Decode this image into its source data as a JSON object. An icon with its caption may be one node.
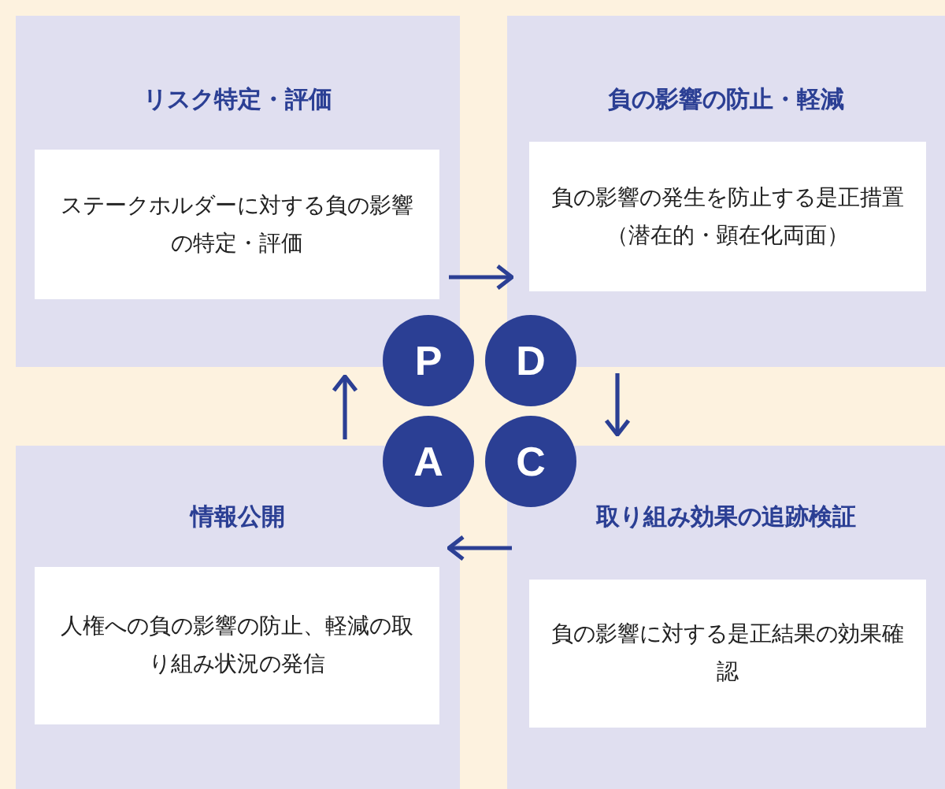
{
  "diagram": {
    "nodes": [
      {
        "text": [
          "リスク特定・評価"
        ]
      },
      {
        "text": [
          "ステークホルダーに対する負の影響の特定・評価"
        ],
        "in": 0
      },
      {
        "text": [
          "負の影響の防止・軽減"
        ]
      },
      {
        "text": [
          "負の影響の発生を防止する是正措置（潜在的・顕在化両面）"
        ],
        "in": 2
      },
      {
        "text": [
          "情報公開"
        ]
      },
      {
        "text": [
          "人権への負の影響の防止、軽減の取り組み状況の発信"
        ],
        "in": 4
      },
      {
        "text": [
          "取り組み効果の追跡検証"
        ]
      },
      {
        "text": [
          "負の影響に対する是正結果の効果確認"
        ],
        "in": 6
      },
      {
        "text": [
          "P"
        ]
      },
      {
        "text": [
          "D"
        ]
      },
      {
        "text": [
          "A"
        ]
      },
      {
        "text": [
          "C"
        ]
      }
    ],
    "edges": [
      {
        "from": 0,
        "to": 2,
        "arrow": "to"
      },
      {
        "from": 2,
        "to": 6,
        "arrow": "to"
      },
      {
        "from": 6,
        "to": 4,
        "arrow": "to"
      },
      {
        "from": 4,
        "to": 0,
        "arrow": "to"
      }
    ]
  }
}
